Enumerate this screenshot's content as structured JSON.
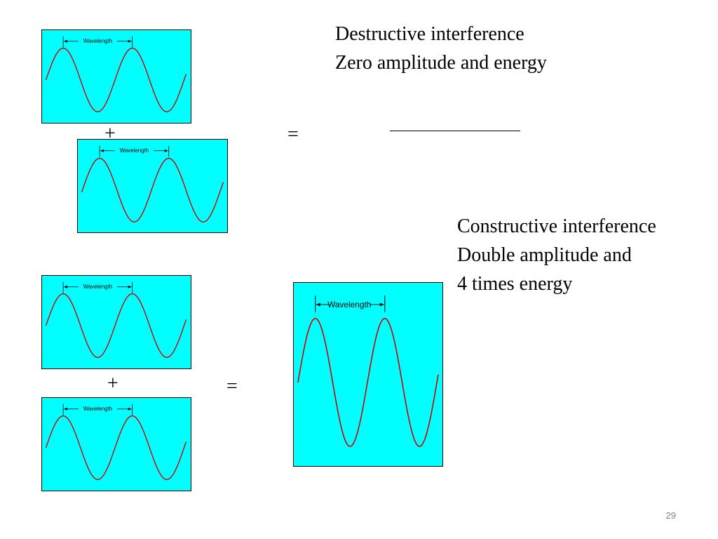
{
  "wave_label": "Wavelength",
  "destructive": {
    "line1": "Destructive interference",
    "line2": "Zero amplitude and energy"
  },
  "constructive": {
    "line1": "Constructive interference",
    "line2": "Double amplitude and",
    "line3": "4 times energy"
  },
  "operators": {
    "plus": "+",
    "equals": "="
  },
  "slide_number": "29",
  "colors": {
    "panel_background": "#00ffff",
    "wave_line": "#cc0000",
    "text": "#000000"
  }
}
